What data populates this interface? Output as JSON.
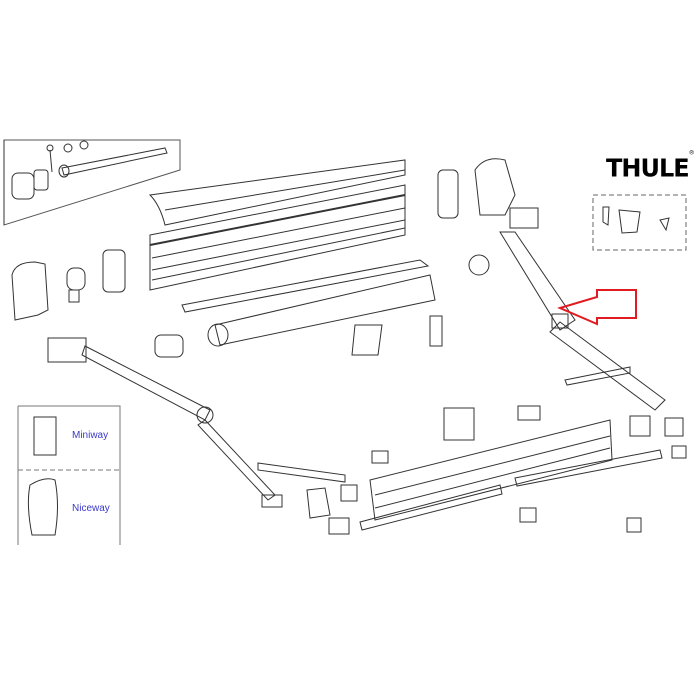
{
  "brand": {
    "logo_text": "THULE",
    "registered_mark": "®"
  },
  "remotes": [
    {
      "label": "Miniway"
    },
    {
      "label": "Niceway"
    }
  ],
  "callout": {
    "type": "arrow",
    "color": "#e11b22",
    "points_to": "arm-elbow-joint"
  },
  "colors": {
    "line": "#222222",
    "marker": "#2a2ad0",
    "arrow": "#e11b22",
    "dashed_box": "#666666"
  }
}
